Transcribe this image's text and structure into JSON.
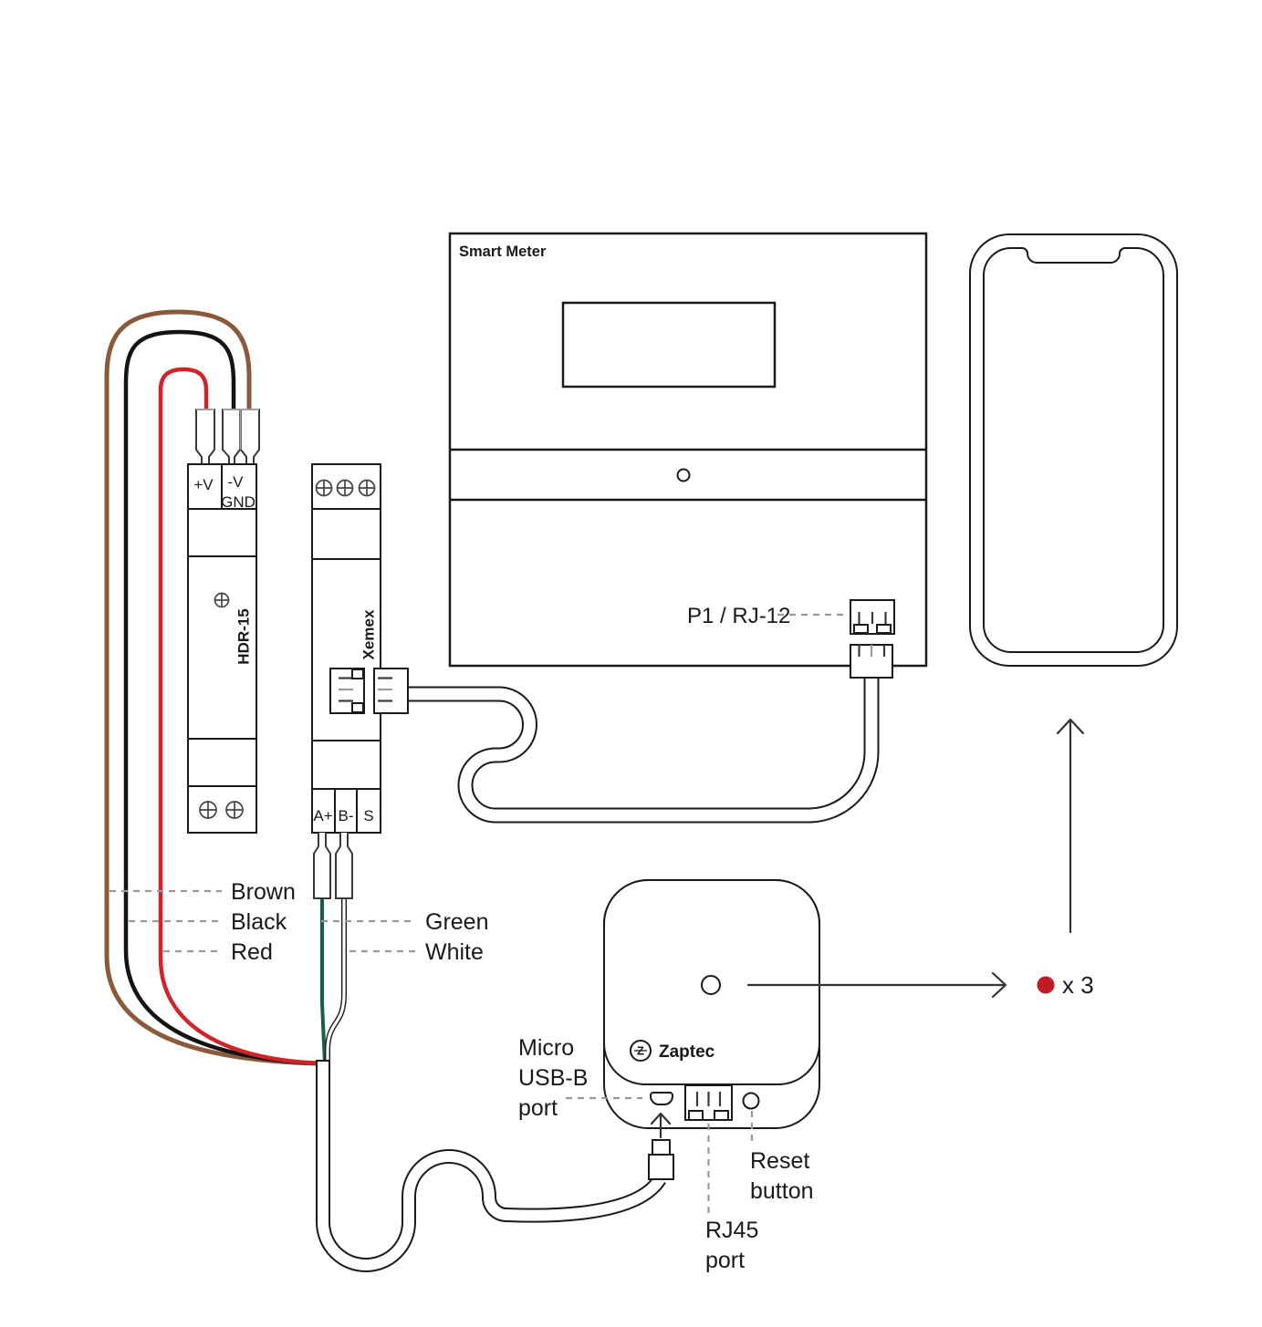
{
  "smart_meter": {
    "title": "Smart Meter",
    "port_label": "P1 / RJ-12"
  },
  "power_supply": {
    "model": "HDR-15",
    "terminals": [
      "+V",
      "-V",
      "GND"
    ]
  },
  "interface_module": {
    "model": "Xemex",
    "terminals": [
      "A+",
      "B-",
      "S"
    ]
  },
  "gateway": {
    "brand": "Zaptec",
    "logo_letter": "Z",
    "micro_usb_label": [
      "Micro",
      "USB-B",
      "port"
    ],
    "rj45_label": [
      "RJ45",
      "port"
    ],
    "reset_label": [
      "Reset",
      "button"
    ]
  },
  "wires": {
    "brown": {
      "label": "Brown",
      "color": "#8a5a3a"
    },
    "black": {
      "label": "Black",
      "color": "#141414"
    },
    "red": {
      "label": "Red",
      "color": "#d2232a"
    },
    "green": {
      "label": "Green",
      "color": "#156240"
    },
    "white": {
      "label": "White",
      "color": "#ffffff"
    }
  },
  "annotation": {
    "quantity": "x 3",
    "dot_color": "#c41a23"
  },
  "colors": {
    "outline": "#1a1a1a",
    "dashed_line": "#999999"
  }
}
